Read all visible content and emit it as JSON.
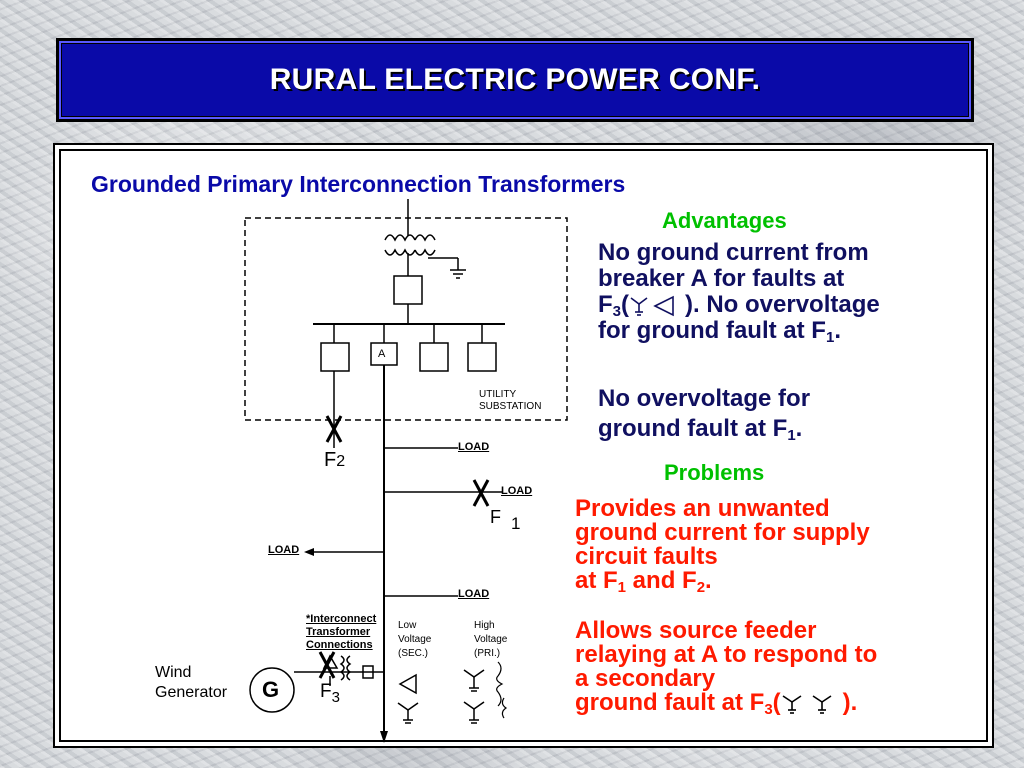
{
  "slide": {
    "title": "RURAL ELECTRIC POWER CONF.",
    "subtitle": "Grounded Primary Interconnection Transformers"
  },
  "advantages": {
    "heading": "Advantages",
    "p1_line1": "No ground current from",
    "p1_line2": "breaker A for faults at",
    "p1_f": "F",
    "p1_f_sub": "3",
    "p1_open": "(",
    "p1_close": "). No overvoltage",
    "p1_line4": "for ground fault at F",
    "p1_line4_sub": "1",
    "p1_line4_end": ".",
    "p2_line1": "No overvoltage for",
    "p2_line2": "ground fault at F",
    "p2_line2_sub": "1",
    "p2_line2_end": "."
  },
  "problems": {
    "heading": "Problems",
    "p1_line1": "Provides an unwanted",
    "p1_line2": "ground current for supply",
    "p1_line3": "circuit faults",
    "p1_line4a": "at F",
    "p1_line4_sub1": "1",
    "p1_line4b": " and F",
    "p1_line4_sub2": "2",
    "p1_line4c": ".",
    "p2_line1": "Allows source feeder",
    "p2_line2": "relaying at A to respond to",
    "p2_line3": "a secondary",
    "p2_line4a": "ground fault at F",
    "p2_line4_sub": "3",
    "p2_line4b": "(",
    "p2_line4c": ")."
  },
  "diagram": {
    "breaker_label": "A",
    "substation_line1": "UTILITY",
    "substation_line2": "SUBSTATION",
    "load_label": "LOAD",
    "fault_mark": "X",
    "f2_letter": "F",
    "f2_sub": "2",
    "f1_letter": "F",
    "f1_sub": "1",
    "f3_letter": "F",
    "f3_sub": "3",
    "generator_symbol": "G",
    "generator_label_line1": "Wind",
    "generator_label_line2": "Generator",
    "interconnect_line1": "*Interconnect",
    "interconnect_line2": "Transformer",
    "interconnect_line3": "Connections",
    "low_voltage_line1": "Low",
    "low_voltage_line2": "Voltage",
    "low_voltage_line3": "(SEC.)",
    "high_voltage_line1": "High",
    "high_voltage_line2": "Voltage",
    "high_voltage_line3": "(PRI.)"
  },
  "colors": {
    "title_bg": "#0a0aa8",
    "subtitle": "#0a0aa8",
    "advantages": "#00c000",
    "problems": "#ff1a00"
  },
  "icons": [
    "wye-grounded-icon",
    "delta-icon",
    "transformer-icon",
    "ground-icon",
    "breaker-icon",
    "generator-icon"
  ]
}
